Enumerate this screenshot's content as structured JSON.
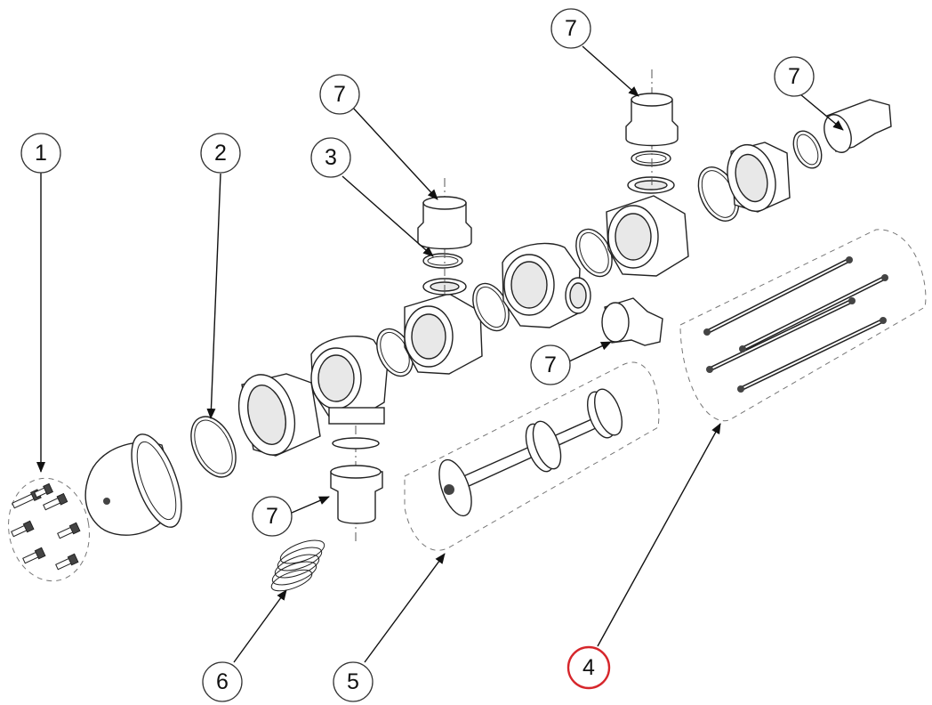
{
  "callouts": [
    {
      "label": "1"
    },
    {
      "label": "2"
    },
    {
      "label": "3"
    },
    {
      "label": "7"
    },
    {
      "label": "7"
    },
    {
      "label": "7"
    },
    {
      "label": "7"
    },
    {
      "label": "7"
    },
    {
      "label": "6"
    },
    {
      "label": "5"
    },
    {
      "label": "4",
      "highlighted": true
    }
  ],
  "colors": {
    "line": "#222222",
    "highlight": "#d6262b",
    "background": "#ffffff"
  }
}
